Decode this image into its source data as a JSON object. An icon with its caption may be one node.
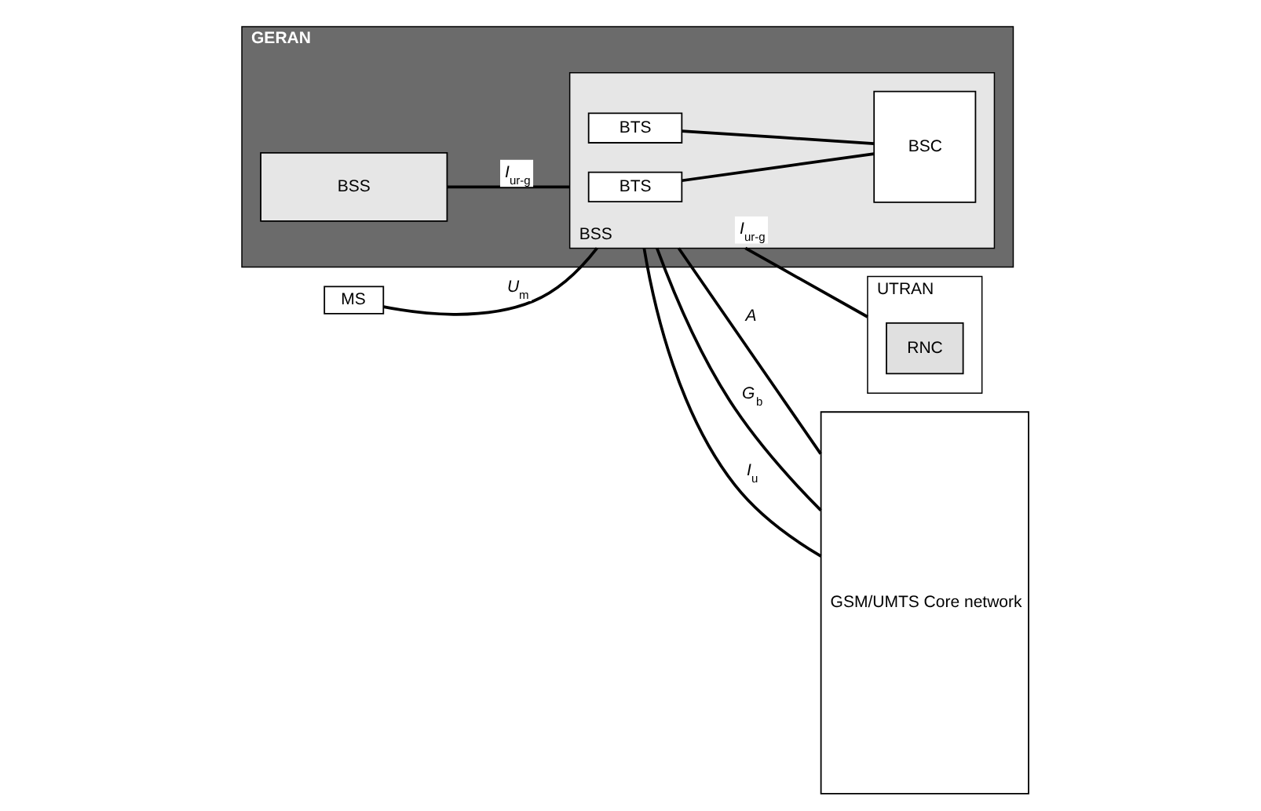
{
  "diagram": {
    "nodes": [
      {
        "text": [
          "GERAN"
        ]
      },
      {
        "text": [
          "BSS"
        ],
        "in": 0
      },
      {
        "text": [
          "BSS"
        ],
        "in": 0
      },
      {
        "text": [
          "BTS"
        ],
        "in": 2
      },
      {
        "text": [
          "BTS"
        ],
        "in": 2
      },
      {
        "text": [
          "BSC"
        ],
        "in": 2
      },
      {
        "text": [
          "MS"
        ]
      },
      {
        "text": [
          "UTRAN"
        ]
      },
      {
        "text": [
          "RNC"
        ],
        "in": 7
      },
      {
        "text": [
          "GSM/UMTS Core network"
        ]
      }
    ],
    "edges": [
      {
        "from": 6,
        "to": 2,
        "arrow": "none",
        "label": "*U*$_{m}$"
      },
      {
        "from": 1,
        "to": 2,
        "arrow": "none",
        "label": "*I*$_{ur-g}$"
      },
      {
        "from": 3,
        "to": 5,
        "arrow": "none"
      },
      {
        "from": 4,
        "to": 5,
        "arrow": "none"
      },
      {
        "from": 2,
        "to": 9,
        "arrow": "none",
        "label": "*A*"
      },
      {
        "from": 2,
        "to": 9,
        "arrow": "none",
        "label": "*G*$_{b}$"
      },
      {
        "from": 2,
        "to": 9,
        "arrow": "none",
        "label": "*I*$_{u}$"
      },
      {
        "from": 2,
        "to": 7,
        "arrow": "none",
        "label": "*I*$_{ur-g}$"
      }
    ]
  }
}
